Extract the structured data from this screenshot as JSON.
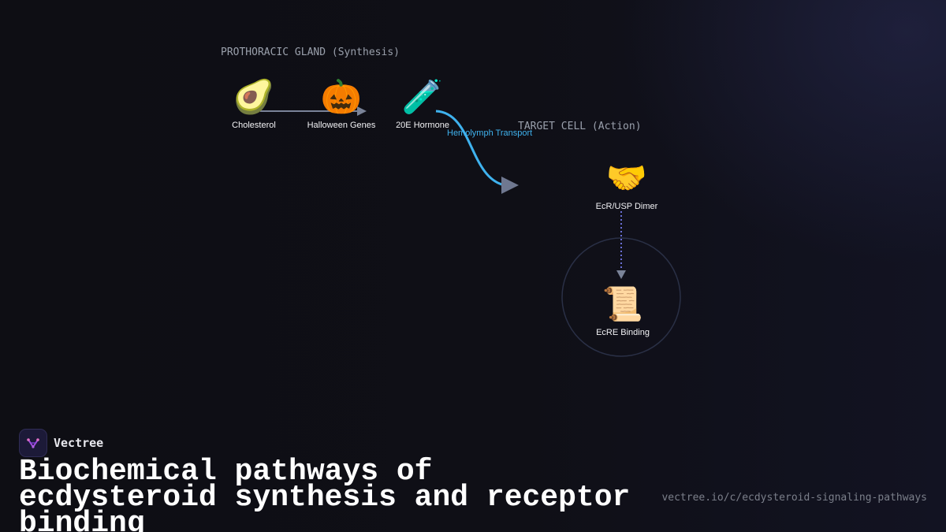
{
  "diagram": {
    "sections": {
      "synthesis": "PROTHORACIC GLAND (Synthesis)",
      "action": "TARGET CELL (Action)"
    },
    "nodes": [
      {
        "id": "cholesterol",
        "emoji": "🥑",
        "label": "Cholesterol"
      },
      {
        "id": "halloween-genes",
        "emoji": "🎃",
        "label": "Halloween Genes"
      },
      {
        "id": "hormone-20e",
        "emoji": "🧪",
        "label": "20E Hormone"
      },
      {
        "id": "ecr-usp-dimer",
        "emoji": "🤝",
        "label": "EcR/USP Dimer"
      },
      {
        "id": "ecre-binding",
        "emoji": "📜",
        "label": "EcRE Binding"
      }
    ],
    "edges": [
      {
        "from": "cholesterol",
        "to": "halloween-genes",
        "style": "solid",
        "label": ""
      },
      {
        "from": "hormone-20e",
        "to": "ecr-usp-dimer",
        "style": "curve",
        "label": "Hemolymph Transport"
      },
      {
        "from": "ecr-usp-dimer",
        "to": "ecre-binding",
        "style": "dotted",
        "label": ""
      }
    ],
    "colors": {
      "background": "#0e0e14",
      "transport": "#3fb2ee",
      "arrow": "#7a8398",
      "dotted": "#6a6fd6",
      "nucleus_ring": "#2a3046"
    }
  },
  "brand": {
    "name": "Vectree",
    "logo_icon": "vectree-logo-icon"
  },
  "footer": {
    "title": "Biochemical pathways of ecdysteroid synthesis and receptor binding",
    "url": "vectree.io/c/ecdysteroid-signaling-pathways"
  }
}
